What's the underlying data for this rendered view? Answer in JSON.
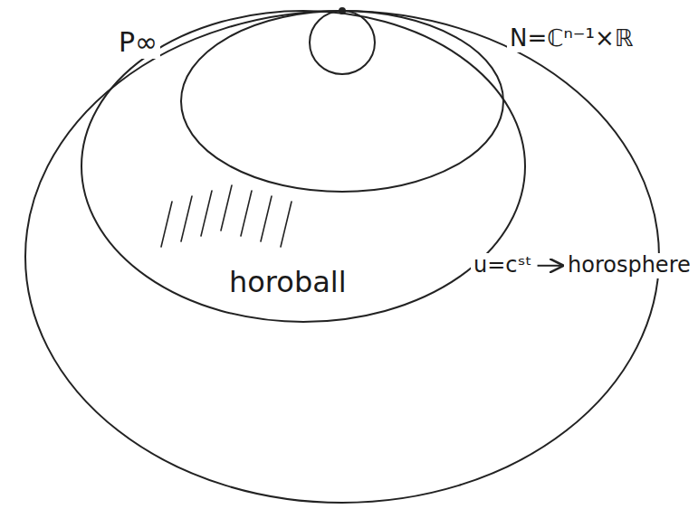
{
  "diagram": {
    "labels": [
      "P∞",
      "N=ℂⁿ⁻¹×ℝ",
      "horoball",
      "u=cˢᵗ",
      "horosphere"
    ]
  }
}
